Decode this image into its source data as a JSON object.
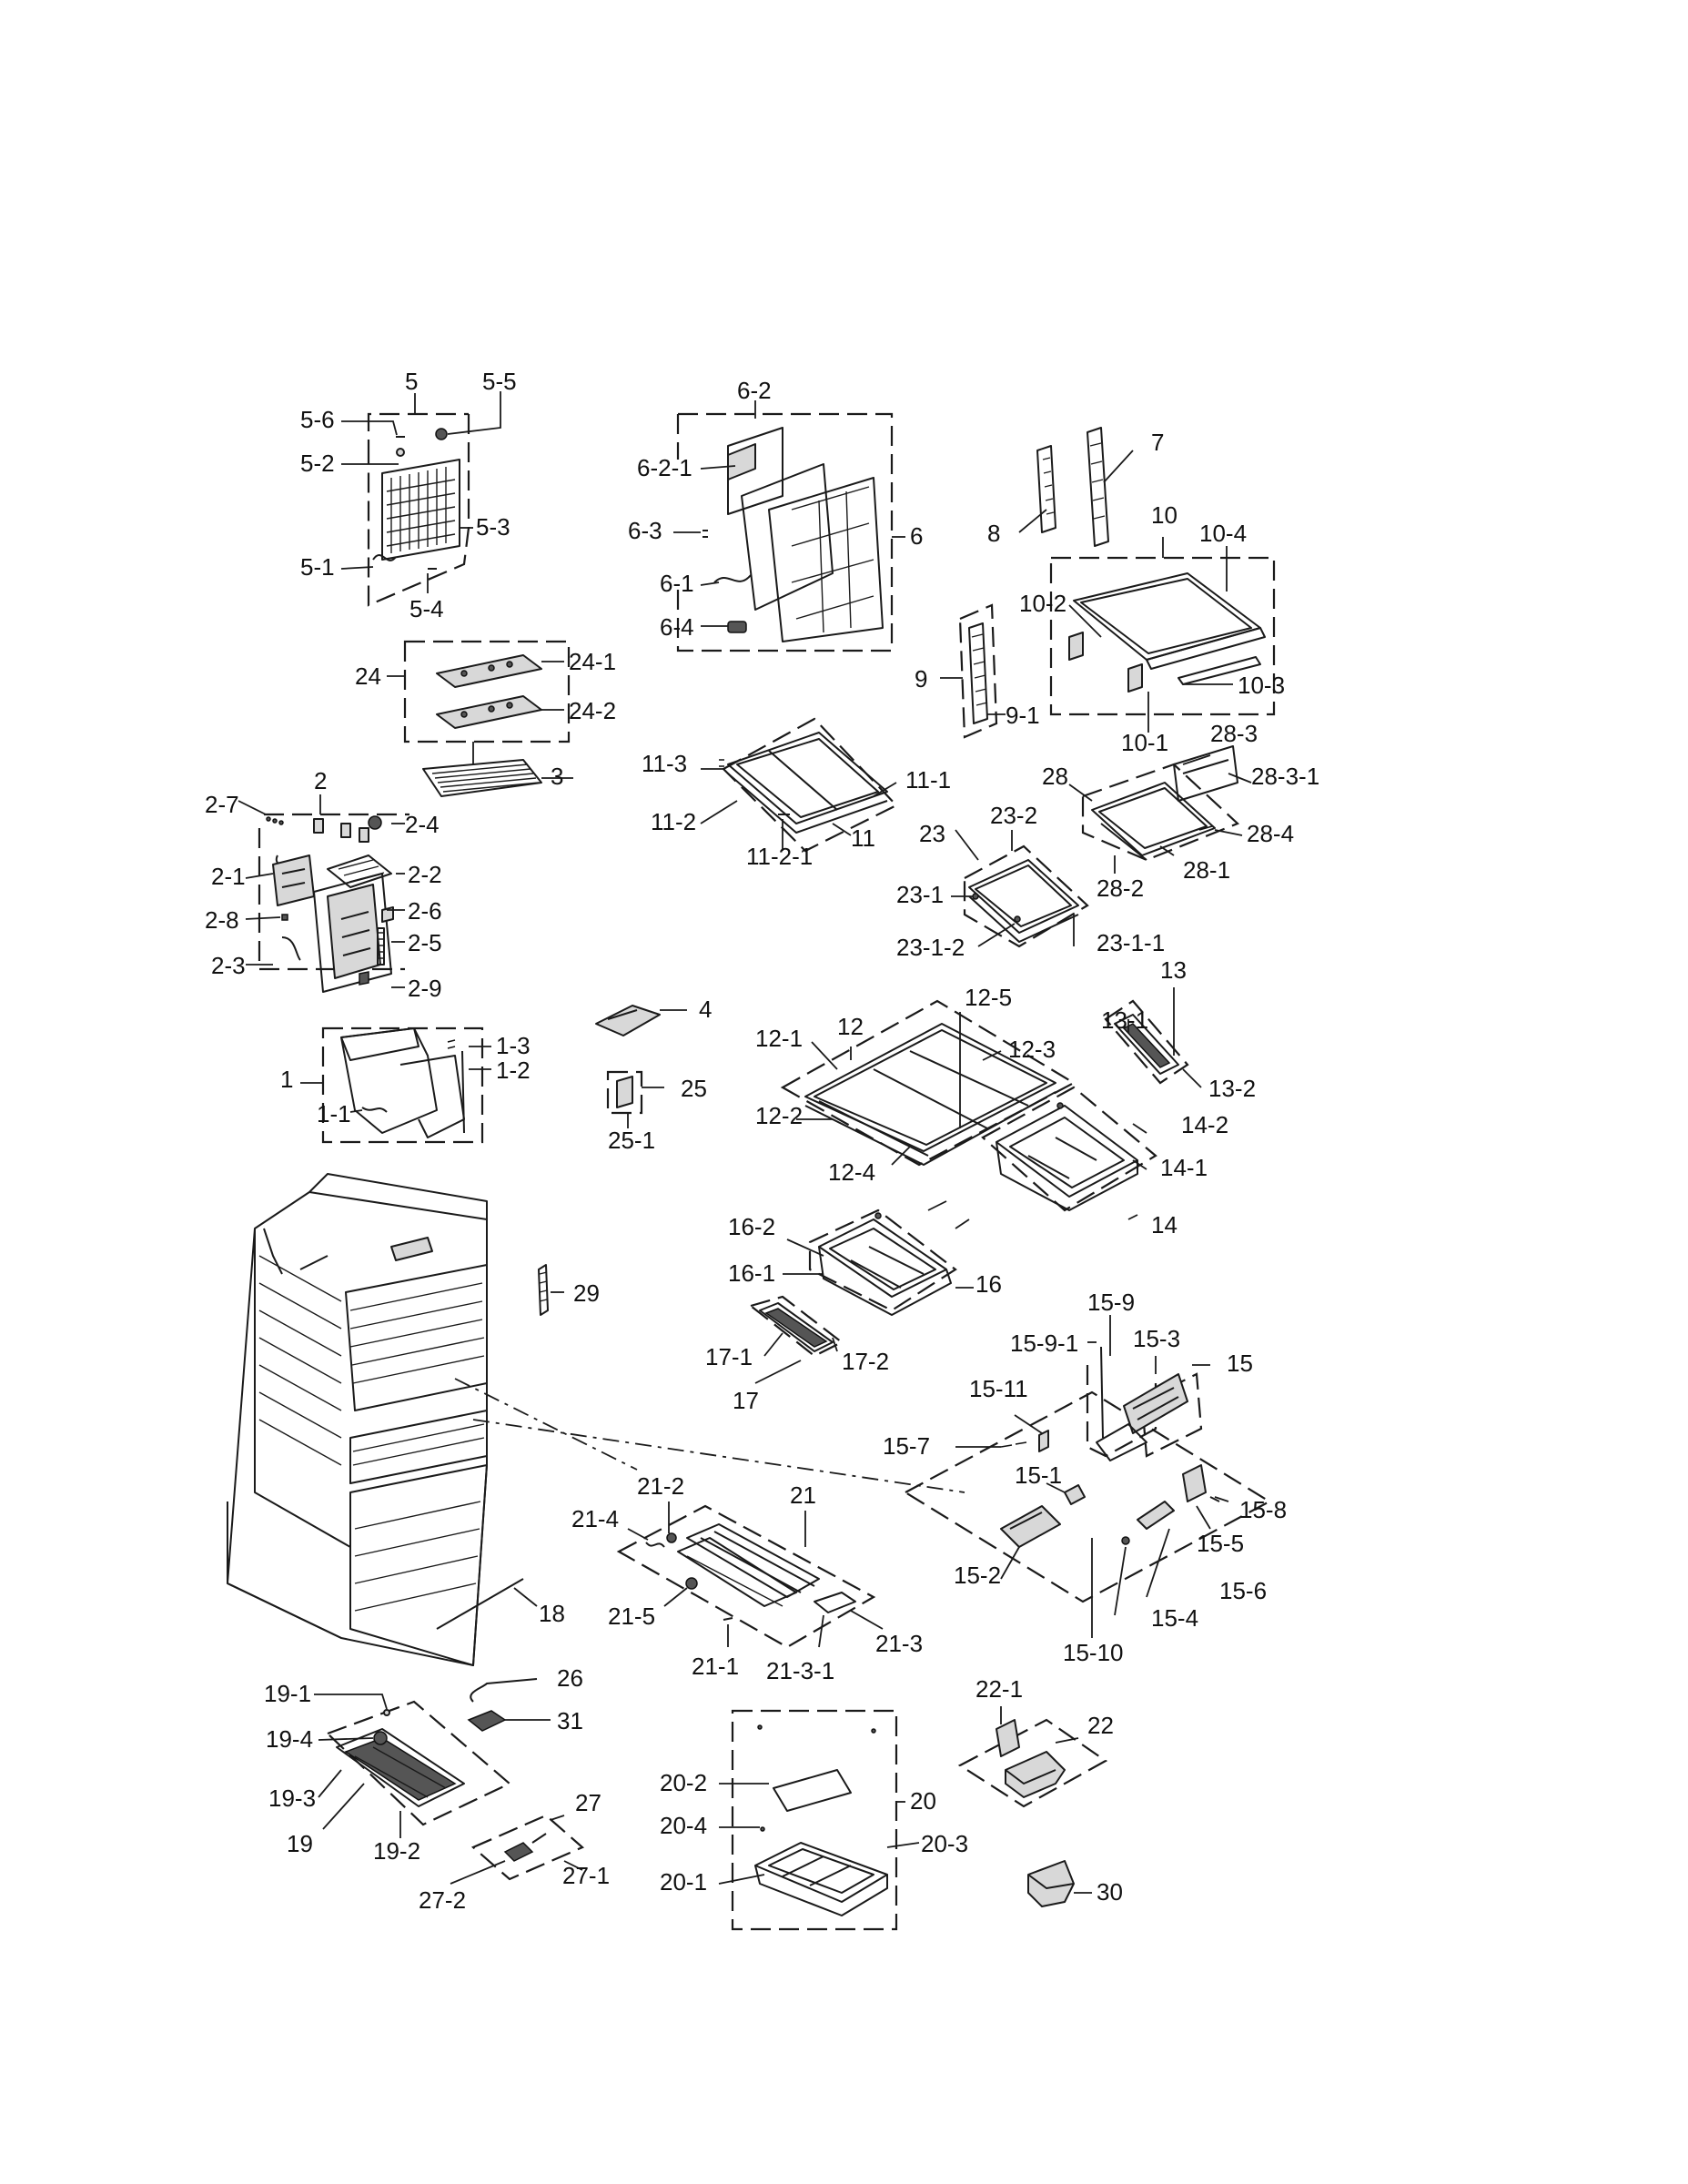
{
  "diagram": {
    "labels": [
      "5",
      "5-5",
      "5-6",
      "5-2",
      "5-3",
      "5-1",
      "5-4",
      "6-2",
      "6-2-1",
      "6-3",
      "6-1",
      "6-4",
      "6",
      "7",
      "8",
      "10",
      "10-4",
      "10-2",
      "10-3",
      "10-1",
      "9",
      "9-1",
      "24",
      "24-1",
      "24-2",
      "3",
      "11-3",
      "11-1",
      "11-2",
      "11",
      "11-2-1",
      "28",
      "28-3",
      "28-3-1",
      "28-4",
      "28-1",
      "28-2",
      "23",
      "23-2",
      "23-1",
      "23-1-2",
      "23-1-1",
      "2",
      "2-7",
      "2-4",
      "2-1",
      "2-2",
      "2-6",
      "2-8",
      "2-5",
      "2-3",
      "2-9",
      "4",
      "12-5",
      "12",
      "12-1",
      "12-3",
      "12-2",
      "12-4",
      "13",
      "13-1",
      "13-2",
      "14-2",
      "14-1",
      "14",
      "1",
      "1-3",
      "1-2",
      "1-1",
      "25",
      "25-1",
      "16-2",
      "16-1",
      "16",
      "29",
      "17-1",
      "17-2",
      "17",
      "15-9",
      "15-9-1",
      "15-3",
      "15",
      "15-11",
      "15-7",
      "15-1",
      "15-8",
      "15-5",
      "15-2",
      "15-6",
      "15-4",
      "15-10",
      "21-2",
      "21",
      "21-4",
      "18",
      "21-5",
      "21-1",
      "21-3-1",
      "21-3",
      "19-1",
      "26",
      "31",
      "19-4",
      "19-3",
      "19",
      "19-2",
      "27",
      "27-1",
      "27-2",
      "22-1",
      "22",
      "20-2",
      "20",
      "20-4",
      "20-3",
      "20-1",
      "30"
    ]
  }
}
